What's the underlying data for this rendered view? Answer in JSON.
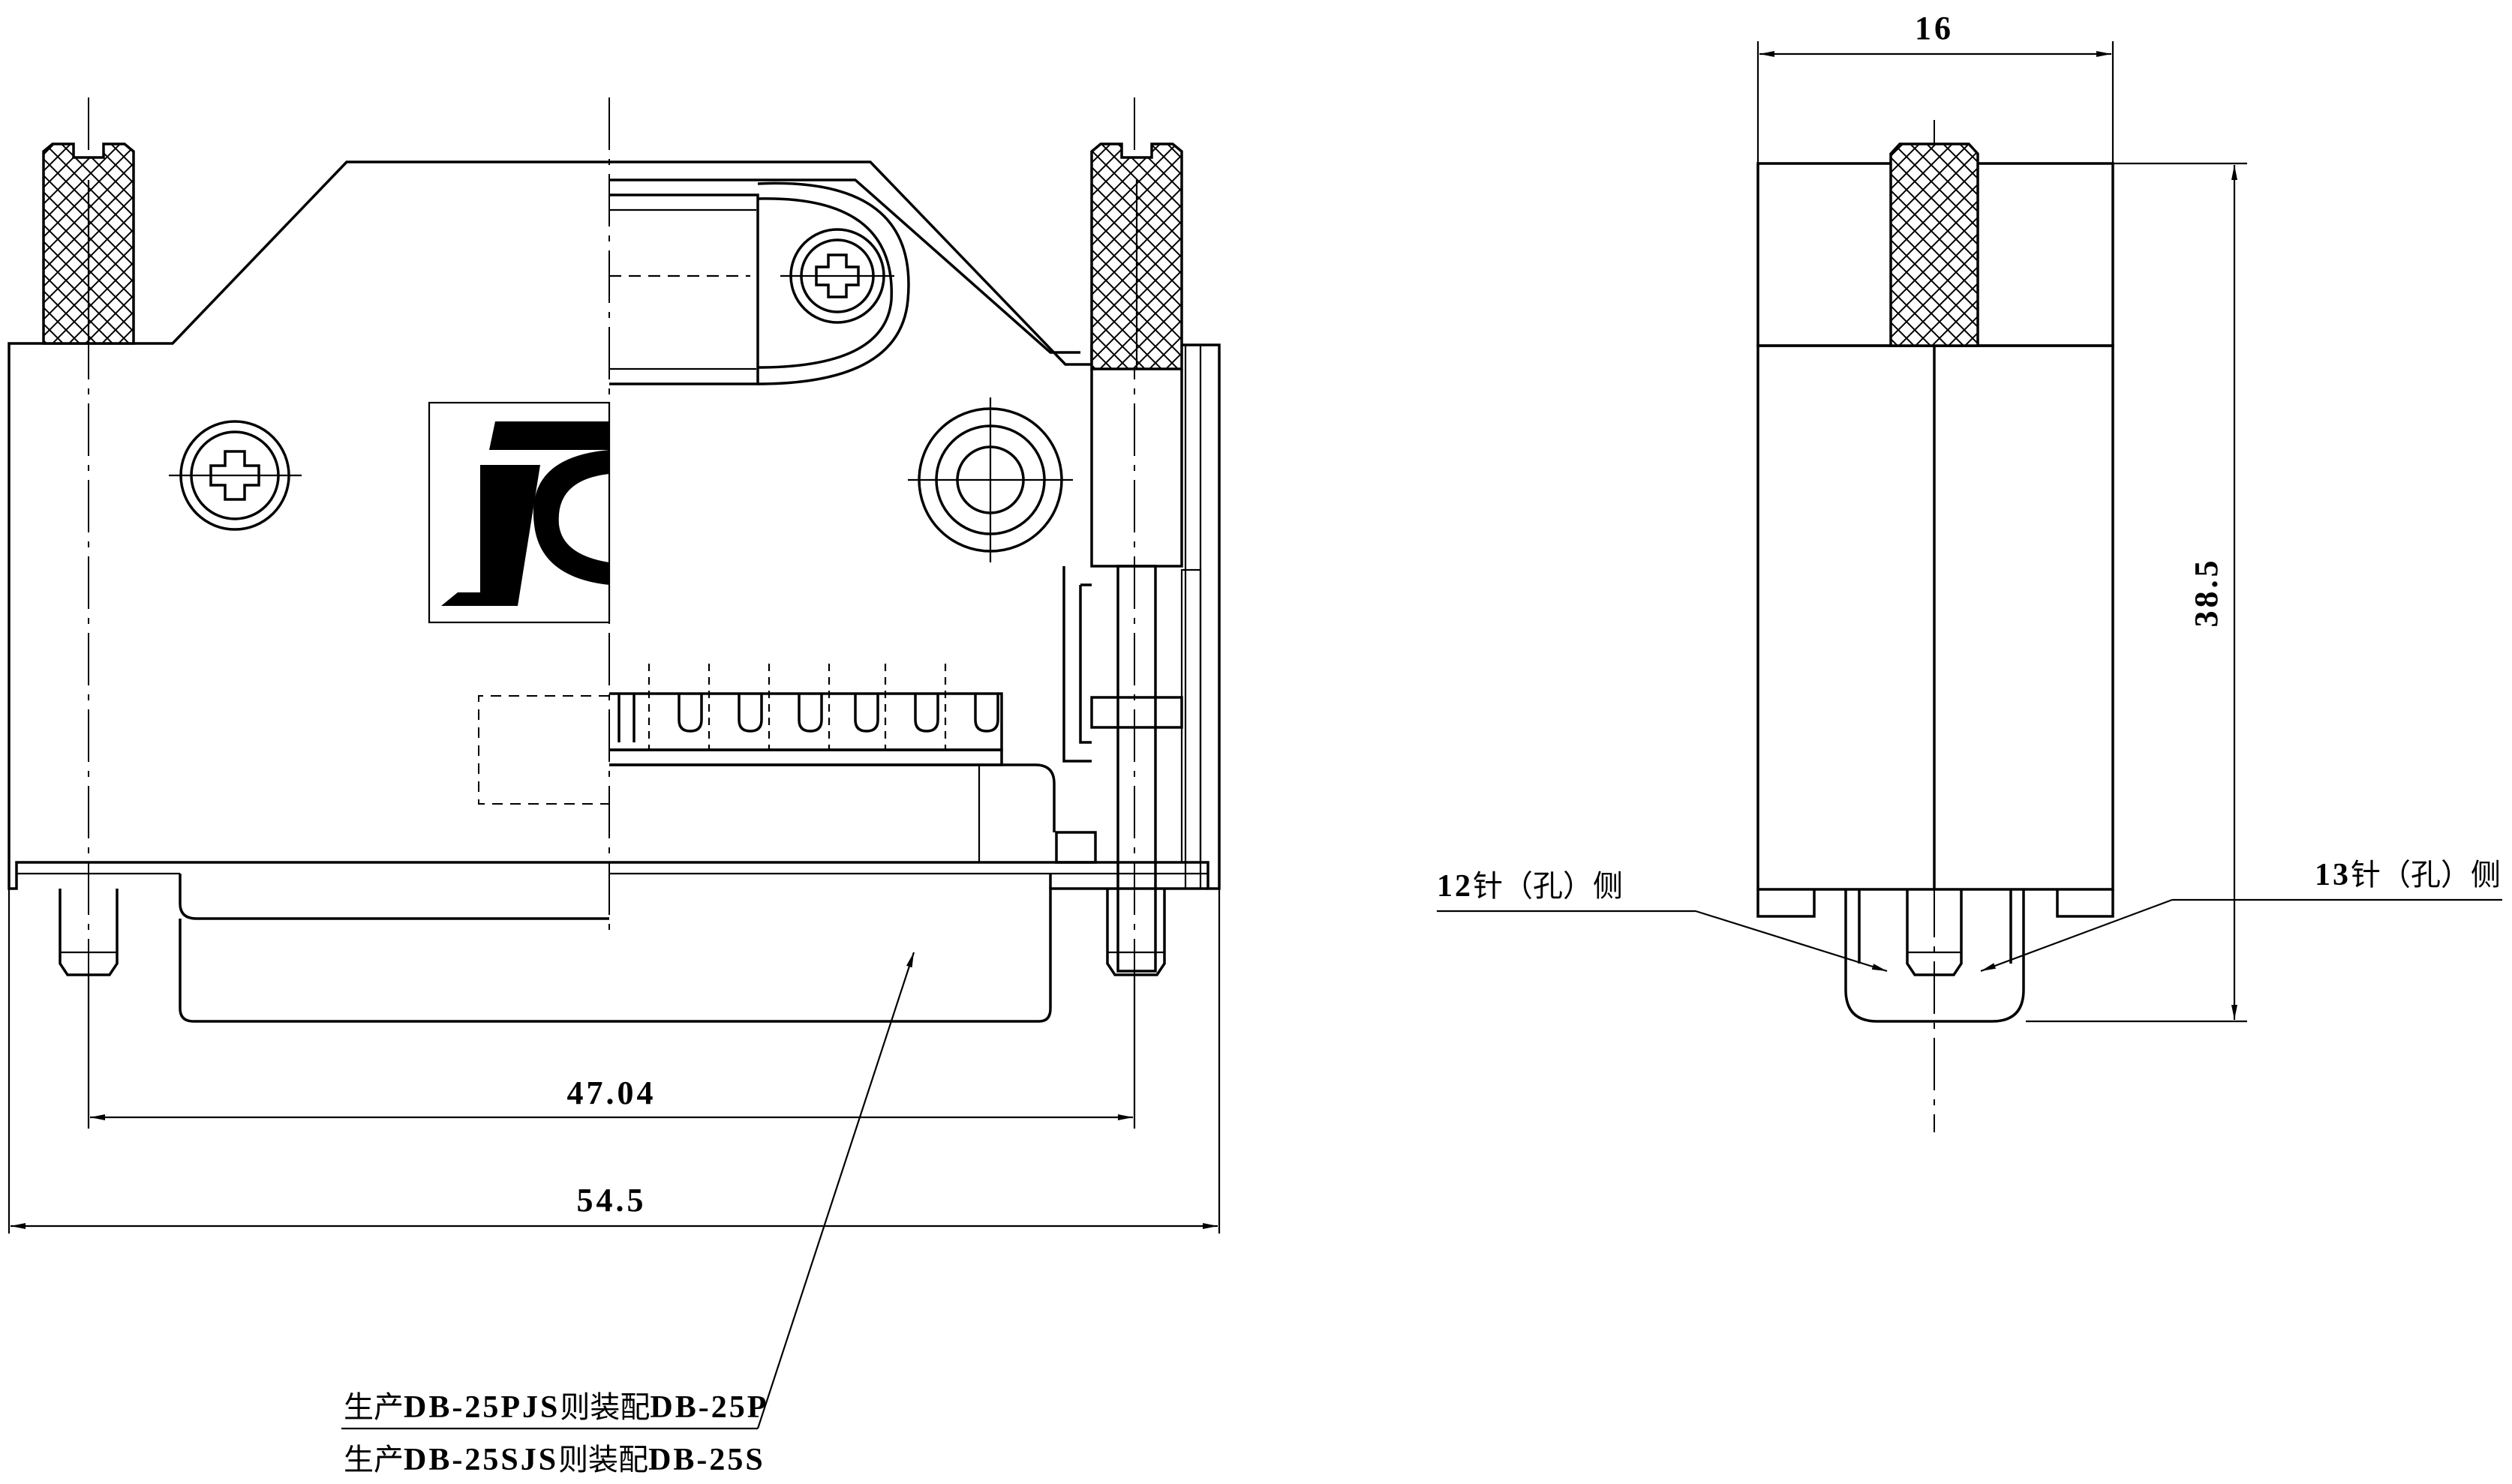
{
  "dimensions": {
    "inner_width": "47.04",
    "outer_width": "54.5",
    "depth": "16",
    "height": "38.5"
  },
  "callouts": {
    "pin_side_12_num": "12",
    "pin_side_12_text": "针（孔）侧",
    "pin_side_13_num": "13",
    "pin_side_13_text": "针（孔）侧"
  },
  "notes": {
    "line1_prefix": "生产",
    "line1_part": "DB-25PJS",
    "line1_mid": "则装配",
    "line1_mate": "DB-25P",
    "line2_prefix": "生产",
    "line2_part": "DB-25SJS",
    "line2_mid": "则装配",
    "line2_mate": "DB-25S"
  },
  "colors": {
    "line": "#000000",
    "background": "#ffffff"
  }
}
